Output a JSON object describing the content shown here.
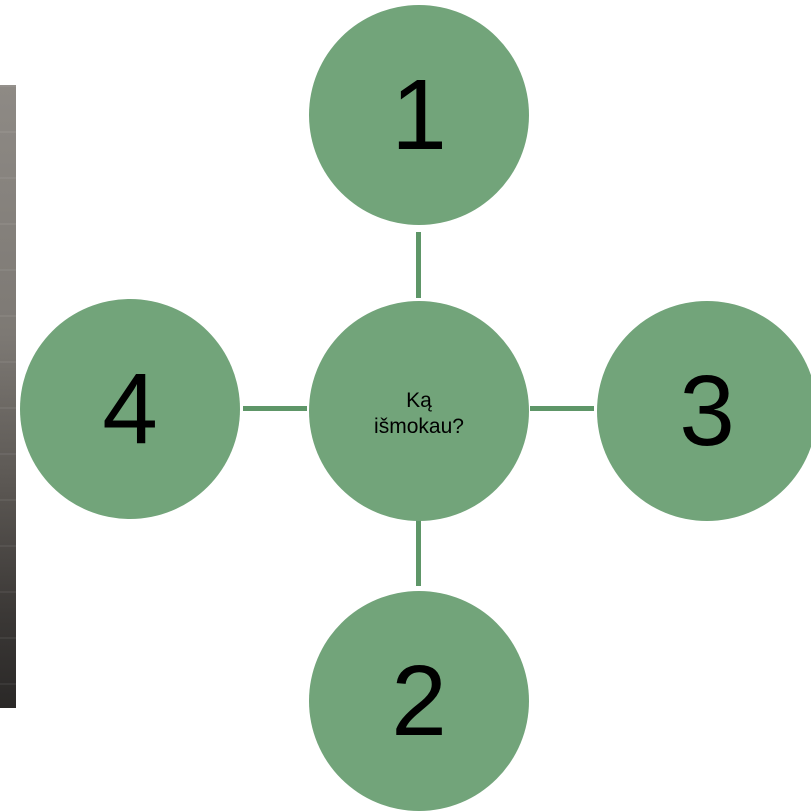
{
  "diagram": {
    "center": {
      "label": "Ką\nišmokau?"
    },
    "nodes": [
      {
        "label": "1"
      },
      {
        "label": "2"
      },
      {
        "label": "3"
      },
      {
        "label": "4"
      }
    ]
  },
  "colors": {
    "node_fill": "#72a47a",
    "connector": "#5e9668",
    "text": "#000000"
  }
}
